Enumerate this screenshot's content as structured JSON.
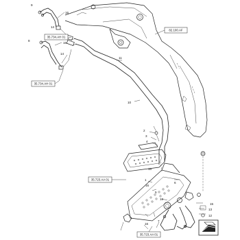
{
  "callouts": {
    "c1": "1",
    "c2": "2",
    "c3": "3",
    "c4": "4",
    "c5": "5",
    "c6": "6",
    "c7": "7",
    "c8": "8",
    "c9": "9",
    "c10": "10",
    "c11": "11",
    "c12": "12",
    "c13": "13",
    "c14": "14",
    "c15": "15",
    "c16": "16"
  },
  "references": {
    "boom": "82.100.AF",
    "hose_top": "35.734.AH 01",
    "hose_lower": "35.734.AH 01",
    "coupler": "35.723.AA 01",
    "coupler_bottom": "35.723.AA 01"
  },
  "icons": {
    "corner": "book-icon"
  }
}
